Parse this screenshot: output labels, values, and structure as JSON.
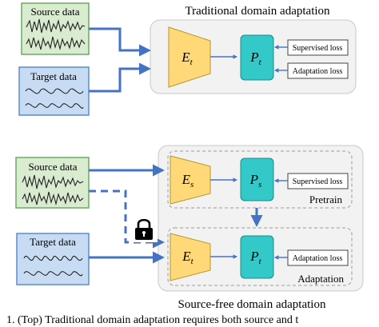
{
  "top": {
    "title": "Traditional domain adaptation",
    "source_label": "Source data",
    "target_label": "Target data",
    "encoder": {
      "main": "E",
      "sub": "t"
    },
    "predictor": {
      "main": "P",
      "sub": "t"
    },
    "supervised_loss": "Supervised loss",
    "adaptation_loss": "Adaptation loss"
  },
  "bottom": {
    "title": "Source-free domain adaptation",
    "source_label": "Source data",
    "target_label": "Target data",
    "pretrain": {
      "label": "Pretrain",
      "encoder": {
        "main": "E",
        "sub": "s"
      },
      "predictor": {
        "main": "P",
        "sub": "s"
      },
      "loss": "Supervised loss"
    },
    "adaptation": {
      "label": "Adaptation",
      "encoder": {
        "main": "E",
        "sub": "t"
      },
      "predictor": {
        "main": "P",
        "sub": "t"
      },
      "loss": "Adaptation loss"
    }
  },
  "caption": "1.   (Top) Traditional domain adaptation requires both source and t",
  "colors": {
    "source_fill": "#d9ecd0",
    "source_stroke": "#6aaa64",
    "target_fill": "#c7dcf2",
    "target_stroke": "#5b8ccf",
    "encoder_fill": "#ffd978",
    "encoder_stroke": "#b5962f",
    "predictor_fill": "#33c9c9",
    "predictor_stroke": "#1c8a8a",
    "arrow": "#4472c4",
    "panel_fill": "#f2f2f2",
    "panel_stroke": "#c8c8c8"
  },
  "icons": {
    "lock": "lock-icon"
  }
}
